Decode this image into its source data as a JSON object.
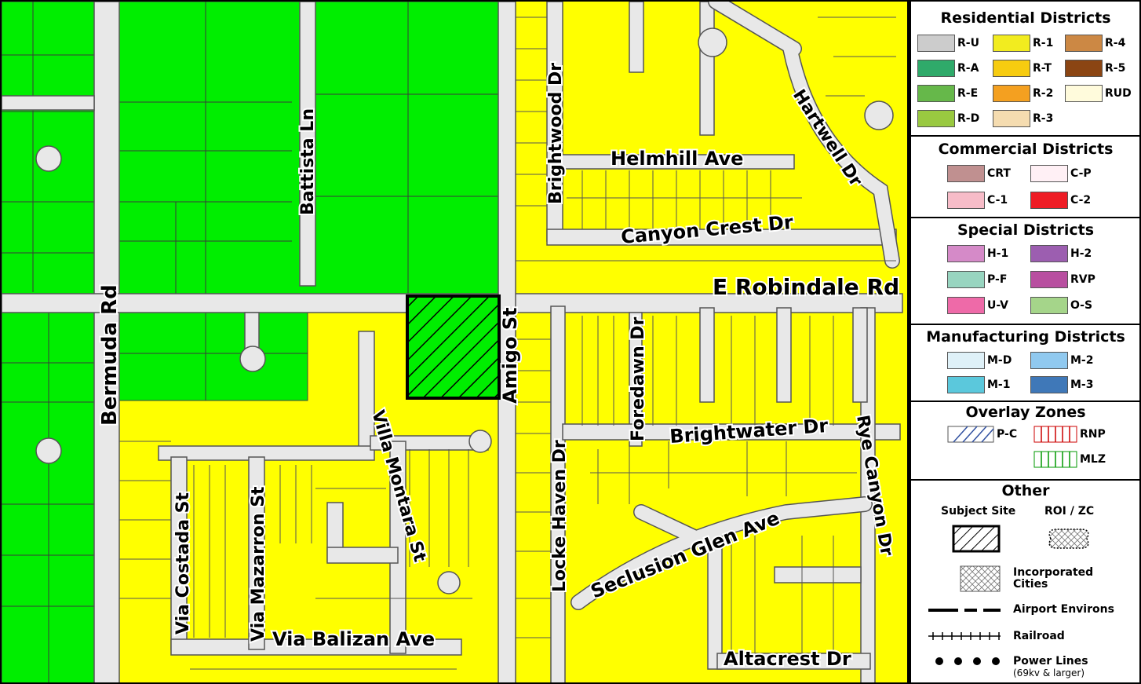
{
  "map": {
    "streets": {
      "bermuda": "Bermuda Rd",
      "battista": "Battista Ln",
      "brightwood": "Brightwood Dr",
      "helmhill": "Helmhill Ave",
      "hartwell": "Hartwell Dr",
      "canyon_crest": "Canyon Crest Dr",
      "robindale": "E Robindale Rd",
      "amigo": "Amigo St",
      "foredawn": "Foredawn Dr",
      "locke_haven": "Locke Haven Dr",
      "brightwater": "Brightwater Dr",
      "rye_canyon": "Rye Canyon Dr",
      "villa_montara": "Villa Montara St",
      "via_costada": "Via Costada St",
      "via_mazarron": "Via Mazarron St",
      "via_balizan": "Via Balizan Ave",
      "seclusion_glen": "Seclusion Glen Ave",
      "altacrest": "Altacrest Dr"
    },
    "colors": {
      "R-1": "#ffff00",
      "O-S": "#00ee00",
      "road": "#e8e8e8"
    }
  },
  "legend": {
    "residential": {
      "title": "Residential Districts",
      "items": [
        {
          "label": "R-U",
          "color": "#cccccc"
        },
        {
          "label": "R-1",
          "color": "#f2ec1f"
        },
        {
          "label": "R-4",
          "color": "#cc8844"
        },
        {
          "label": "R-A",
          "color": "#2faa6a"
        },
        {
          "label": "R-T",
          "color": "#f7cc10"
        },
        {
          "label": "R-5",
          "color": "#8b4513"
        },
        {
          "label": "R-E",
          "color": "#66b84a"
        },
        {
          "label": "R-2",
          "color": "#f4a020"
        },
        {
          "label": "RUD",
          "color": "#fffbdc"
        },
        {
          "label": "R-D",
          "color": "#99c940"
        },
        {
          "label": "R-3",
          "color": "#f5dcb0"
        }
      ]
    },
    "commercial": {
      "title": "Commercial Districts",
      "items": [
        {
          "label": "CRT",
          "color": "#c09090"
        },
        {
          "label": "C-P",
          "color": "#fff0f5"
        },
        {
          "label": "C-1",
          "color": "#f7bcc8"
        },
        {
          "label": "C-2",
          "color": "#ee1c25"
        }
      ]
    },
    "special": {
      "title": "Special Districts",
      "items": [
        {
          "label": "H-1",
          "color": "#d58ac8"
        },
        {
          "label": "H-2",
          "color": "#9c5eb0"
        },
        {
          "label": "P-F",
          "color": "#98d5c0"
        },
        {
          "label": "RVP",
          "color": "#b84fa0"
        },
        {
          "label": "U-V",
          "color": "#ee6aa8"
        },
        {
          "label": "O-S",
          "color": "#a5d58a"
        }
      ]
    },
    "manufacturing": {
      "title": "Manufacturing Districts",
      "items": [
        {
          "label": "M-D",
          "color": "#dff1f8"
        },
        {
          "label": "M-2",
          "color": "#90c9ef"
        },
        {
          "label": "M-1",
          "color": "#5bc8dc"
        },
        {
          "label": "M-3",
          "color": "#3f78b8"
        }
      ]
    },
    "overlay": {
      "title": "Overlay Zones",
      "items": [
        {
          "label": "P-C"
        },
        {
          "label": "RNP"
        },
        {
          "label": "MLZ"
        }
      ]
    },
    "other": {
      "title": "Other",
      "subject_site": "Subject Site",
      "roi_zc": "ROI / ZC",
      "incorporated_1": "Incorporated",
      "incorporated_2": "Cities",
      "airport": "Airport Environs",
      "railroad": "Railroad",
      "power": "Power Lines",
      "power_note": "(69kv & larger)"
    }
  }
}
